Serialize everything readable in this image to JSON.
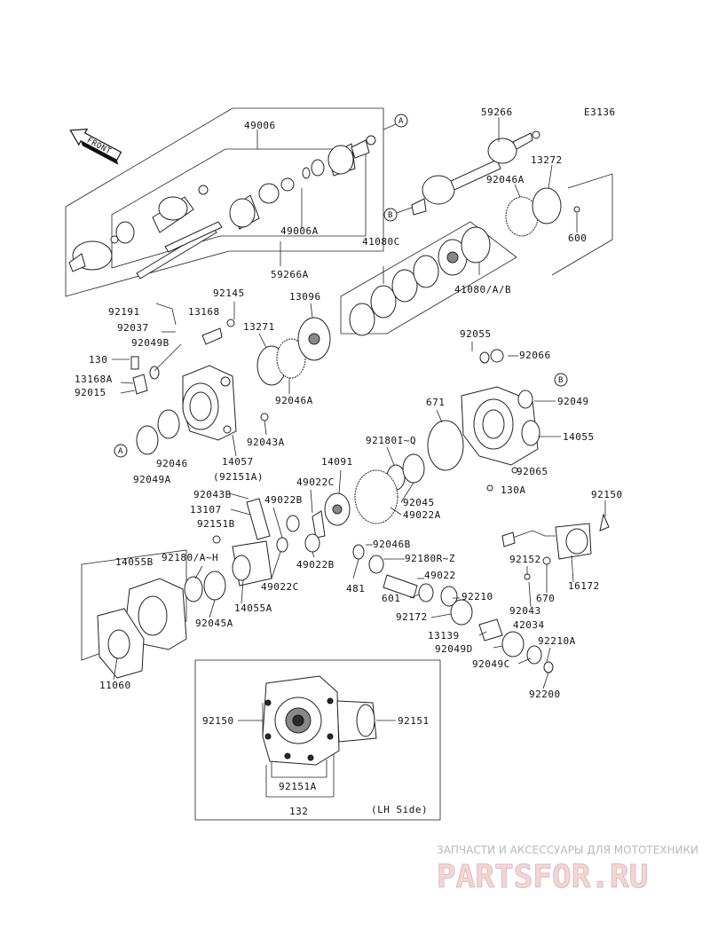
{
  "diagram_code": "E3136",
  "front_label": "FRONT",
  "callouts": [
    "A",
    "B"
  ],
  "part_numbers": {
    "p49006": "49006",
    "p49006A": "49006A",
    "p59266A": "59266A",
    "p59266": "59266",
    "p13272": "13272",
    "p92046A_top": "92046A",
    "p600": "600",
    "p41080C": "41080C",
    "p41080AB": "41080/A/B",
    "p92145": "92145",
    "p13096": "13096",
    "p92191": "92191",
    "p13168": "13168",
    "p92037": "92037",
    "p13271": "13271",
    "p92049B": "92049B",
    "p130": "130",
    "p13168A": "13168A",
    "p92015": "92015",
    "p92046A_mid": "92046A",
    "p92055": "92055",
    "p92066": "92066",
    "p92049": "92049",
    "p671": "671",
    "p14055": "14055",
    "p92043A": "92043A",
    "p92046": "92046",
    "p14057": "14057",
    "p92049A": "92049A",
    "p92151A_paren": "(92151A)",
    "p92180IQ": "92180I~Q",
    "p14091": "14091",
    "p92045": "92045",
    "p49022A": "49022A",
    "p92065": "92065",
    "p130A": "130A",
    "p92043B": "92043B",
    "p49022C_top": "49022C",
    "p49022B_top": "49022B",
    "p13107": "13107",
    "p92151B": "92151B",
    "p92150_top": "92150",
    "p14055B": "14055B",
    "p92180AH": "92180/A~H",
    "p49022B_mid": "49022B",
    "p92046B": "92046B",
    "p92180RZ": "92180R~Z",
    "p49022": "49022",
    "p92152": "92152",
    "p670": "670",
    "p16172": "16172",
    "p49022C_mid": "49022C",
    "p481": "481",
    "p601": "601",
    "p92210": "92210",
    "p14055A": "14055A",
    "p92045A": "92045A",
    "p92172": "92172",
    "p92043": "92043",
    "p42034": "42034",
    "p13139": "13139",
    "p92210A": "92210A",
    "p92049D": "92049D",
    "p92049C": "92049C",
    "p92200": "92200",
    "p11060": "11060",
    "p92150_inset": "92150",
    "p92151_inset": "92151",
    "p92151A_inset": "92151A",
    "p132": "132"
  },
  "inset_caption": "(LH Side)",
  "watermark": {
    "line1": "ЗАПЧАСТИ И АКСЕССУАРЫ ДЛЯ МОТОТЕХНИКИ",
    "line2": "PARTSFOR.RU"
  }
}
